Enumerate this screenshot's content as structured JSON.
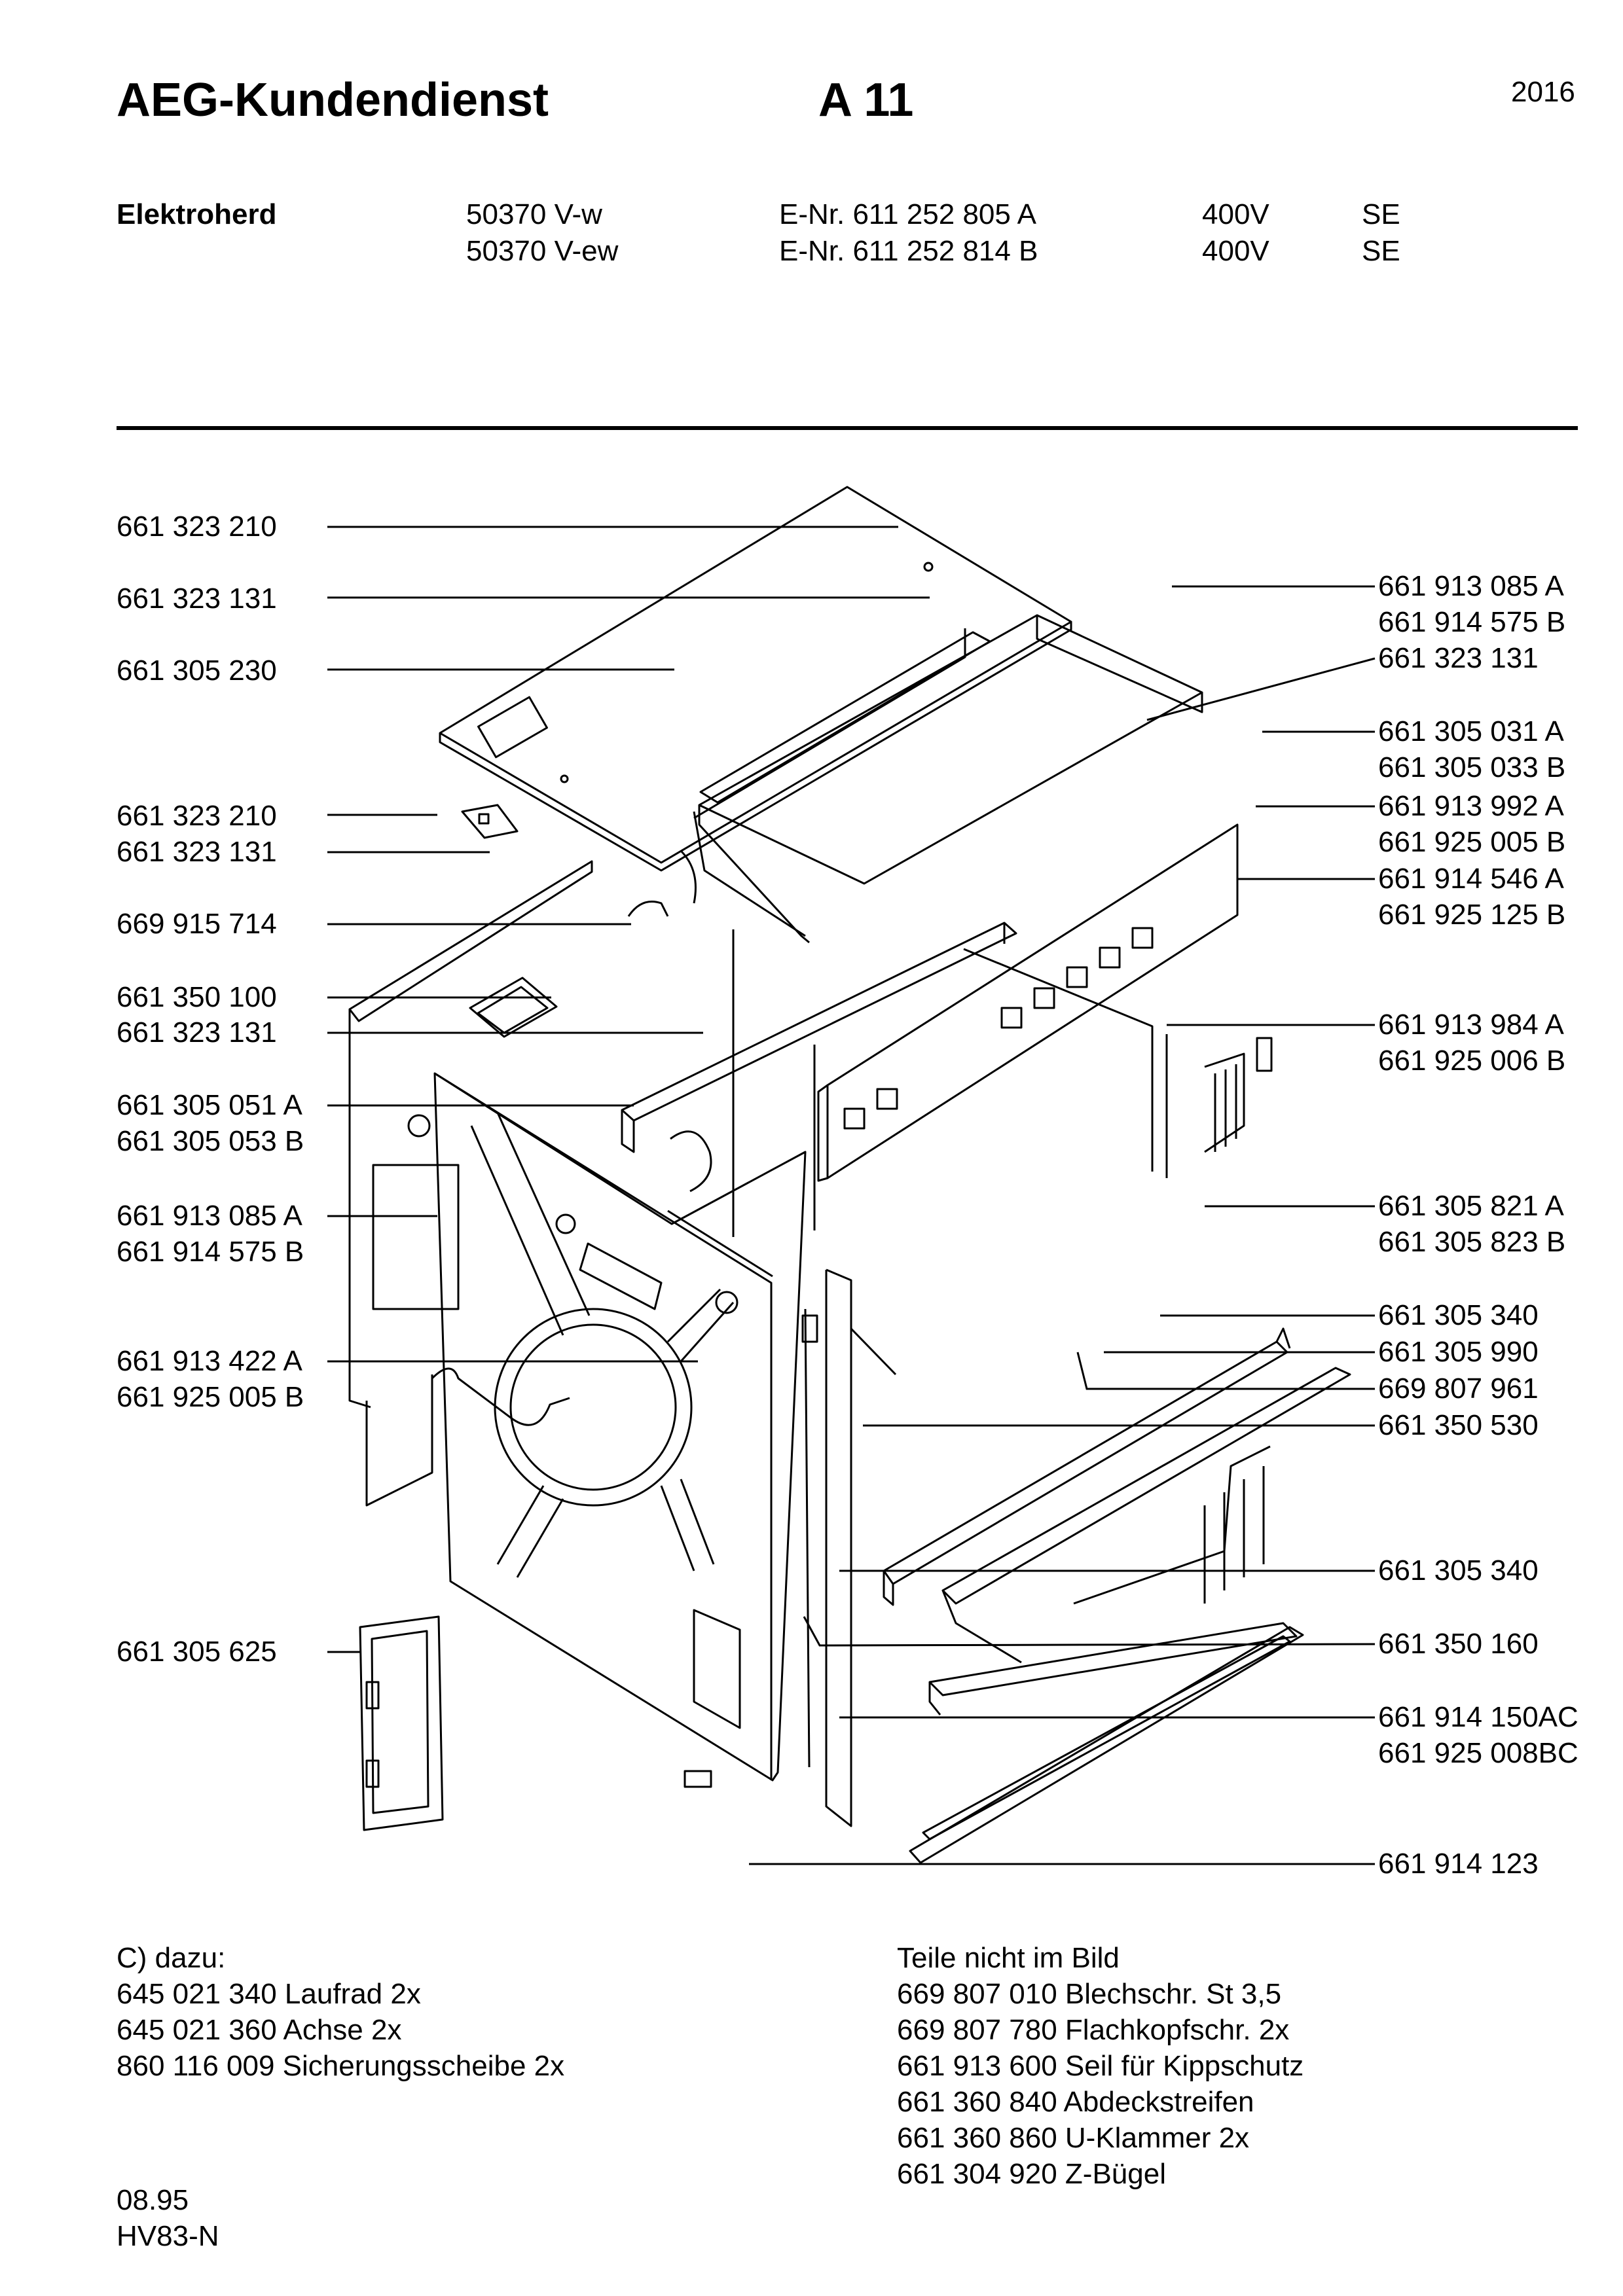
{
  "header": {
    "brand": "AEG-Kundendienst",
    "page_code": "A 11",
    "year": "2016"
  },
  "product": {
    "type": "Elektroherd",
    "rows": [
      {
        "model": "50370 V-w",
        "enr": "E-Nr. 611 252 805 A",
        "voltage": "400V",
        "code": "SE"
      },
      {
        "model": "50370 V-ew",
        "enr": "E-Nr. 611 252 814 B",
        "voltage": "400V",
        "code": "SE"
      }
    ]
  },
  "left_labels": [
    [
      "661 323 210"
    ],
    [
      "661 323 131"
    ],
    [
      "661 305 230"
    ],
    [
      "661 323 210",
      "661 323 131"
    ],
    [
      "669 915 714"
    ],
    [
      "661 350 100",
      "661 323 131"
    ],
    [
      "661 305 051 A",
      "661 305 053 B"
    ],
    [
      "661 913 085 A",
      "661 914 575 B"
    ],
    [
      "661 913 422 A",
      "661 925 005 B"
    ],
    [
      "661 305 625"
    ]
  ],
  "right_labels": [
    [
      "661 913 085 A",
      "661 914 575 B",
      "661 323 131"
    ],
    [
      "661 305 031 A",
      "661 305 033 B"
    ],
    [
      "661 913 992 A",
      "661 925 005 B",
      "661 914 546 A",
      "661 925 125 B"
    ],
    [
      "661 913 984 A",
      "661 925 006 B"
    ],
    [
      "661 305 821 A",
      "661 305 823 B"
    ],
    [
      "661 305 340",
      "661 305 990",
      "669 807 961",
      "661 350 530"
    ],
    [
      "661 305 340"
    ],
    [
      "661 350 160"
    ],
    [
      "661 914 150AC",
      "661 925 008BC"
    ],
    [
      "661 914 123"
    ]
  ],
  "footer": {
    "dazu_title": "C) dazu:",
    "dazu_items": [
      "645 021 340 Laufrad 2x",
      "645 021 360 Achse 2x",
      "860 116 009 Sicherungsscheibe 2x"
    ],
    "notshown_title": "Teile nicht im Bild",
    "notshown_items": [
      "669 807 010 Blechschr. St 3,5",
      "669 807 780 Flachkopfschr. 2x",
      "661 913 600 Seil für Kippschutz",
      "661 360 840 Abdeckstreifen",
      "661 360 860 U-Klammer  2x",
      "661 304 920 Z-Bügel"
    ],
    "date": "08.95",
    "doc_code": "HV83-N"
  }
}
